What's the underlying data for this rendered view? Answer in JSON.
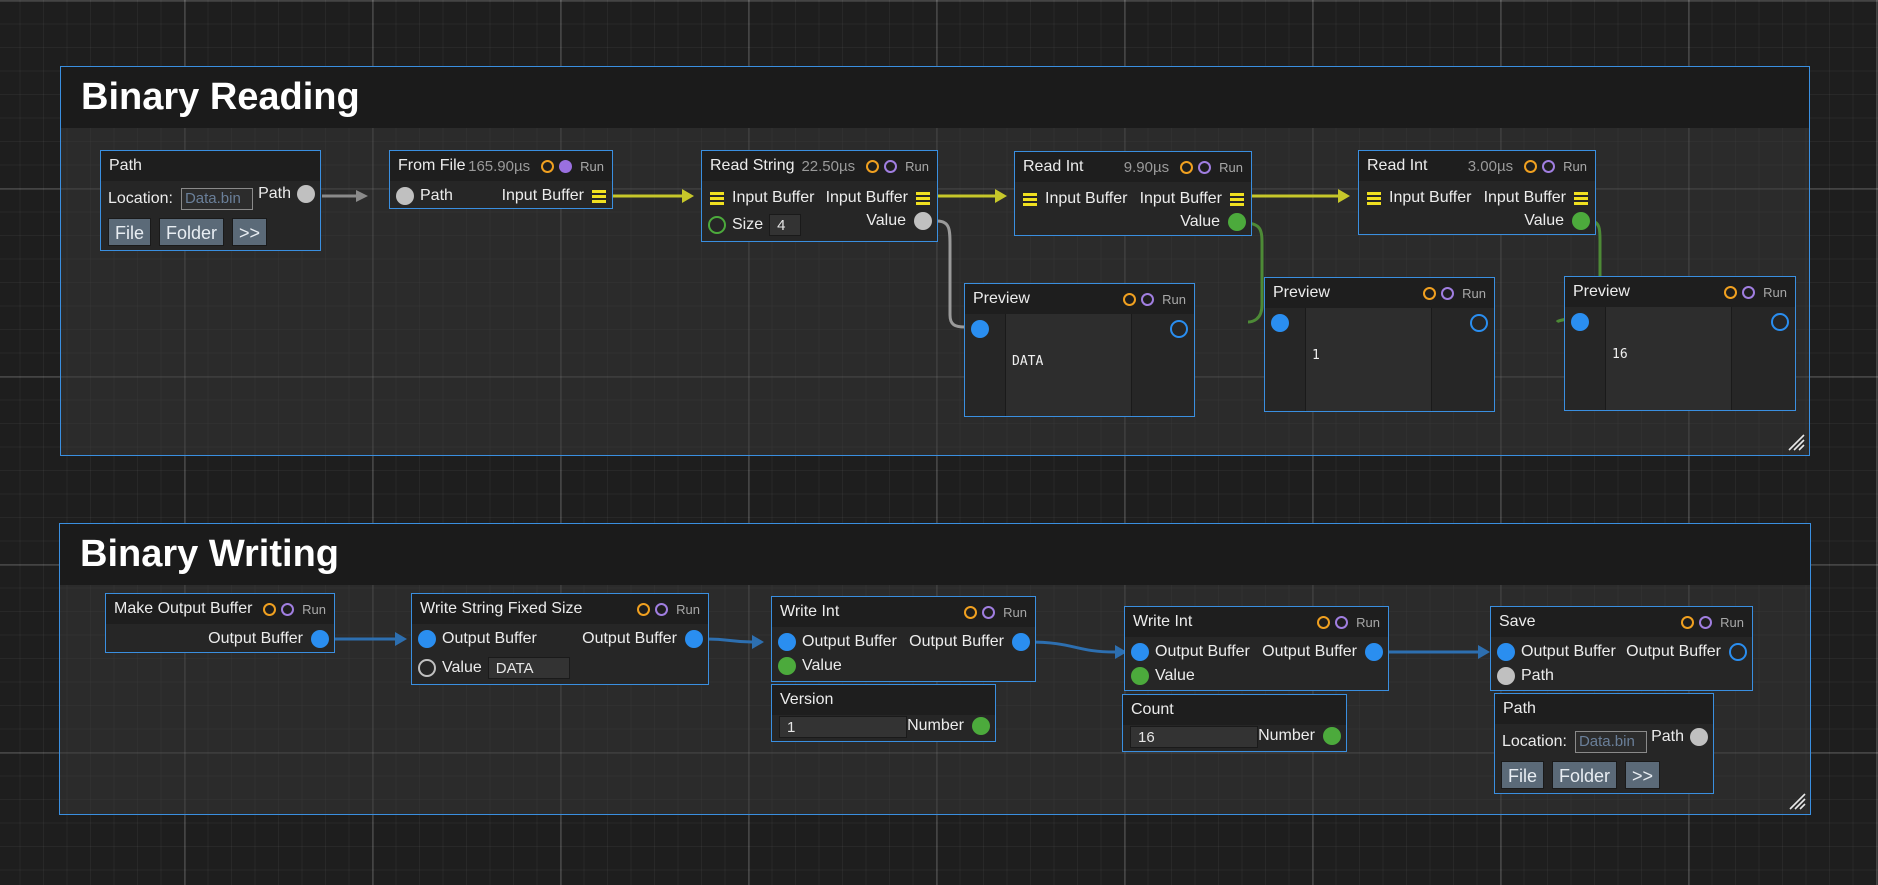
{
  "groups": {
    "reading": {
      "title": "Binary Reading"
    },
    "writing": {
      "title": "Binary Writing"
    }
  },
  "run_label": "Run",
  "reading_nodes": {
    "path_node": {
      "title": "Path",
      "location_label": "Location:",
      "location_placeholder": "Data.bin",
      "output_label": "Path",
      "buttons": [
        "File",
        "Folder",
        ">>"
      ]
    },
    "from_file": {
      "title": "From File",
      "timing": "165.90µs",
      "input_label": "Path",
      "output_label": "Input Buffer"
    },
    "read_string": {
      "title": "Read String",
      "timing": "22.50µs",
      "input_label": "Input Buffer",
      "output_label": "Input Buffer",
      "size_label": "Size",
      "size_value": "4",
      "value_label": "Value"
    },
    "read_int_1": {
      "title": "Read Int",
      "timing": "9.90µs",
      "input_label": "Input Buffer",
      "output_label": "Input Buffer",
      "value_label": "Value"
    },
    "read_int_2": {
      "title": "Read Int",
      "timing": "3.00µs",
      "input_label": "Input Buffer",
      "output_label": "Input Buffer",
      "value_label": "Value"
    },
    "preview_1": {
      "title": "Preview",
      "content": "DATA"
    },
    "preview_2": {
      "title": "Preview",
      "content": "1"
    },
    "preview_3": {
      "title": "Preview",
      "content": "16"
    }
  },
  "writing_nodes": {
    "make_output": {
      "title": "Make Output Buffer",
      "output_label": "Output Buffer"
    },
    "write_string": {
      "title": "Write String Fixed Size",
      "input_label": "Output Buffer",
      "output_label": "Output Buffer",
      "value_label": "Value",
      "value": "DATA"
    },
    "write_int_1": {
      "title": "Write Int",
      "input_label": "Output Buffer",
      "output_label": "Output Buffer",
      "value_label": "Value"
    },
    "write_int_2": {
      "title": "Write Int",
      "input_label": "Output Buffer",
      "output_label": "Output Buffer",
      "value_label": "Value"
    },
    "save": {
      "title": "Save",
      "input_label": "Output Buffer",
      "output_label": "Output Buffer",
      "path_label": "Path"
    },
    "version": {
      "title": "Version",
      "value": "1",
      "output_label": "Number"
    },
    "count": {
      "title": "Count",
      "value": "16",
      "output_label": "Number"
    },
    "path_node_2": {
      "title": "Path",
      "location_label": "Location:",
      "location_placeholder": "Data.bin",
      "output_label": "Path",
      "buttons": [
        "File",
        "Folder",
        ">>"
      ]
    }
  },
  "colors": {
    "accent_border": "#3a8fe0",
    "buffer_wire": "#c6c72a",
    "output_wire": "#2d6fb0",
    "string_wire": "#9a9a9a",
    "int_wire": "#4d8a36"
  }
}
